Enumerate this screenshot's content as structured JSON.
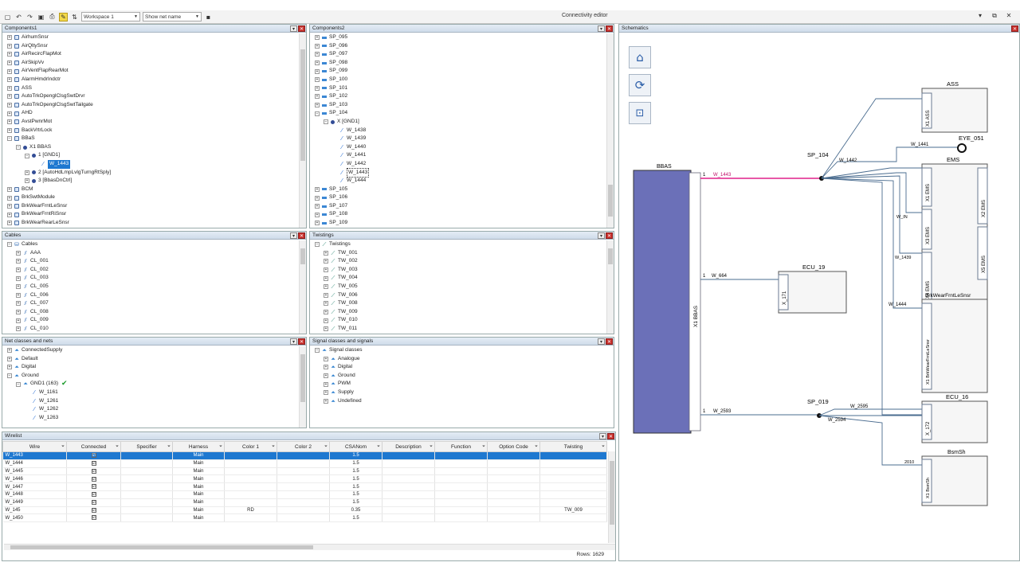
{
  "toolbar": {
    "workspace": "Workspace 1",
    "net_name": "Show net name"
  },
  "app_title": "Connectivity editor",
  "colors": {
    "accent": "#1e78d0",
    "highlight_wire": "#e0208a",
    "bbas_block": "#6b70b8"
  },
  "components1": {
    "title": "Components1",
    "items": [
      {
        "label": "AirhumSnsr",
        "d": 0,
        "t": "+"
      },
      {
        "label": "AirQltySnsr",
        "d": 0,
        "t": "+"
      },
      {
        "label": "AirRecircFlapMot",
        "d": 0,
        "t": "+"
      },
      {
        "label": "AirSkipVv",
        "d": 0,
        "t": "+"
      },
      {
        "label": "AirVentFlapRearMot",
        "d": 0,
        "t": "+"
      },
      {
        "label": "AlarmHmdrIndctr",
        "d": 0,
        "t": "+"
      },
      {
        "label": "ASS",
        "d": 0,
        "t": "+"
      },
      {
        "label": "AutoTrkOpenglClsgSwtDrvr",
        "d": 0,
        "t": "+"
      },
      {
        "label": "AutoTrkOpenglClsgSwtTailgate",
        "d": 0,
        "t": "+"
      },
      {
        "label": "AHD",
        "d": 0,
        "t": "+"
      },
      {
        "label": "AvstPwnrMot",
        "d": 0,
        "t": "+"
      },
      {
        "label": "BackVrtrLock",
        "d": 0,
        "t": "+"
      },
      {
        "label": "BBaS",
        "d": 0,
        "t": "-"
      },
      {
        "label": "X1 BBAS",
        "d": 1,
        "t": "-"
      },
      {
        "label": "1 [GND1]",
        "d": 2,
        "t": "-"
      },
      {
        "label": "W_1443",
        "d": 3,
        "t": "",
        "sel": true
      },
      {
        "label": "2 [AutoHdLmpLvlgTurngRtSply]",
        "d": 2,
        "t": "+"
      },
      {
        "label": "3 [BbasDnCtrl]",
        "d": 2,
        "t": "+"
      },
      {
        "label": "BCM",
        "d": 0,
        "t": "+"
      },
      {
        "label": "BrkSwtModule",
        "d": 0,
        "t": "+"
      },
      {
        "label": "BrkWearFrntLeSnsr",
        "d": 0,
        "t": "+"
      },
      {
        "label": "BrkWearFrntRiSnsr",
        "d": 0,
        "t": "+"
      },
      {
        "label": "BrkWearRearLeSnsr",
        "d": 0,
        "t": "+"
      }
    ]
  },
  "components2": {
    "title": "Components2",
    "items": [
      {
        "label": "SP_095",
        "d": 0,
        "t": "+"
      },
      {
        "label": "SP_096",
        "d": 0,
        "t": "+"
      },
      {
        "label": "SP_097",
        "d": 0,
        "t": "+"
      },
      {
        "label": "SP_098",
        "d": 0,
        "t": "+"
      },
      {
        "label": "SP_099",
        "d": 0,
        "t": "+"
      },
      {
        "label": "SP_100",
        "d": 0,
        "t": "+"
      },
      {
        "label": "SP_101",
        "d": 0,
        "t": "+"
      },
      {
        "label": "SP_102",
        "d": 0,
        "t": "+"
      },
      {
        "label": "SP_103",
        "d": 0,
        "t": "+"
      },
      {
        "label": "SP_104",
        "d": 0,
        "t": "-"
      },
      {
        "label": "X [GND1]",
        "d": 1,
        "t": "-"
      },
      {
        "label": "W_1438",
        "d": 2,
        "t": ""
      },
      {
        "label": "W_1439",
        "d": 2,
        "t": ""
      },
      {
        "label": "W_1440",
        "d": 2,
        "t": ""
      },
      {
        "label": "W_1441",
        "d": 2,
        "t": ""
      },
      {
        "label": "W_1442",
        "d": 2,
        "t": ""
      },
      {
        "label": "W_1443",
        "d": 2,
        "t": "",
        "box": true
      },
      {
        "label": "W_1444",
        "d": 2,
        "t": ""
      },
      {
        "label": "SP_105",
        "d": 0,
        "t": "+"
      },
      {
        "label": "SP_106",
        "d": 0,
        "t": "+"
      },
      {
        "label": "SP_107",
        "d": 0,
        "t": "+"
      },
      {
        "label": "SP_108",
        "d": 0,
        "t": "+"
      },
      {
        "label": "SP_109",
        "d": 0,
        "t": "+"
      }
    ]
  },
  "cables": {
    "title": "Cables",
    "root": "Cables",
    "items": [
      "AAA",
      "CL_001",
      "CL_002",
      "CL_003",
      "CL_005",
      "CL_006",
      "CL_007",
      "CL_008",
      "CL_009",
      "CL_010"
    ]
  },
  "twistings": {
    "title": "Twistings",
    "root": "Twistings",
    "items": [
      "TW_001",
      "TW_002",
      "TW_003",
      "TW_004",
      "TW_005",
      "TW_006",
      "TW_008",
      "TW_009",
      "TW_010",
      "TW_011"
    ]
  },
  "net_classes": {
    "title": "Net classes and nets",
    "items": [
      {
        "label": "ConnectedSupply",
        "d": 0,
        "t": "+"
      },
      {
        "label": "Default",
        "d": 0,
        "t": "+"
      },
      {
        "label": "Digital",
        "d": 0,
        "t": "+"
      },
      {
        "label": "Ground",
        "d": 0,
        "t": "-"
      },
      {
        "label": "GND1 (163)",
        "d": 1,
        "t": "-",
        "check": true
      },
      {
        "label": "W_1161",
        "d": 2,
        "t": ""
      },
      {
        "label": "W_1261",
        "d": 2,
        "t": ""
      },
      {
        "label": "W_1262",
        "d": 2,
        "t": ""
      },
      {
        "label": "W_1263",
        "d": 2,
        "t": ""
      }
    ]
  },
  "signal_classes": {
    "title": "Signal classes and signals",
    "root": "Signal classes",
    "items": [
      "Analogue",
      "Digital",
      "Ground",
      "PWM",
      "Supply",
      "Undefined"
    ]
  },
  "wirelist": {
    "title": "Wirelist",
    "columns": [
      "Wire",
      "Connected",
      "Specifier",
      "Harness",
      "Color 1",
      "Color 2",
      "CSANom",
      "Description",
      "Function",
      "Option Code",
      "Twisting"
    ],
    "rows": [
      [
        "W_1443",
        "",
        "",
        "Main",
        "",
        "",
        "1.5",
        "",
        "",
        "",
        ""
      ],
      [
        "W_1444",
        "",
        "",
        "Main",
        "",
        "",
        "1.5",
        "",
        "",
        "",
        ""
      ],
      [
        "W_1445",
        "",
        "",
        "Main",
        "",
        "",
        "1.5",
        "",
        "",
        "",
        ""
      ],
      [
        "W_1446",
        "",
        "",
        "Main",
        "",
        "",
        "1.5",
        "",
        "",
        "",
        ""
      ],
      [
        "W_1447",
        "",
        "",
        "Main",
        "",
        "",
        "1.5",
        "",
        "",
        "",
        ""
      ],
      [
        "W_1448",
        "",
        "",
        "Main",
        "",
        "",
        "1.5",
        "",
        "",
        "",
        ""
      ],
      [
        "W_1449",
        "",
        "",
        "Main",
        "",
        "",
        "1.5",
        "",
        "",
        "",
        ""
      ],
      [
        "W_145",
        "",
        "",
        "Main",
        "RD",
        "",
        "0.35",
        "",
        "",
        "",
        "TW_009"
      ],
      [
        "W_1450",
        "",
        "",
        "Main",
        "",
        "",
        "1.5",
        "",
        "",
        "",
        ""
      ]
    ],
    "rows_label": "Rows: 1629"
  },
  "schematic": {
    "title": "Schematics",
    "blocks": {
      "bbas": "BBAS",
      "bbas_conn": "X1 BBAS",
      "ass": "ASS",
      "ass_conn": "X1 ASS",
      "ems": "EMS",
      "ems_conn1": "X1 EMS",
      "ems_conn2": "X3 EMS",
      "ems_conn3": "X4 EMS",
      "ems_conn4": "X2 EMS",
      "ems_conn5": "X5 EMS",
      "ecu19": "ECU_19",
      "ecu19_conn": "X_171",
      "brk": "BrkWearFrntLeSnsr",
      "brk_conn": "X1 BrkWearFrntLeSnsr",
      "ecu16": "ECU_16",
      "ecu16_conn": "X_172",
      "bsm": "BsmSh",
      "bsm_conn": "X1 BsmSh",
      "eye": "EYE_051"
    },
    "nodes": {
      "sp104": "SP_104",
      "sp019": "SP_019"
    },
    "wires": {
      "w1443": "W_1443",
      "w1442": "W_1442",
      "w1441": "W_1441",
      "w1_left": "W_664",
      "w1_ecu": "W_1444",
      "w2593": "W_2593",
      "w2595": "W_2595",
      "w2594": "W_2594",
      "bsm": "2010",
      "pin1a": "1",
      "pin1b": "1",
      "pin1c": "1",
      "w_in": "W_IN",
      "w_1439": "W_1439"
    }
  }
}
